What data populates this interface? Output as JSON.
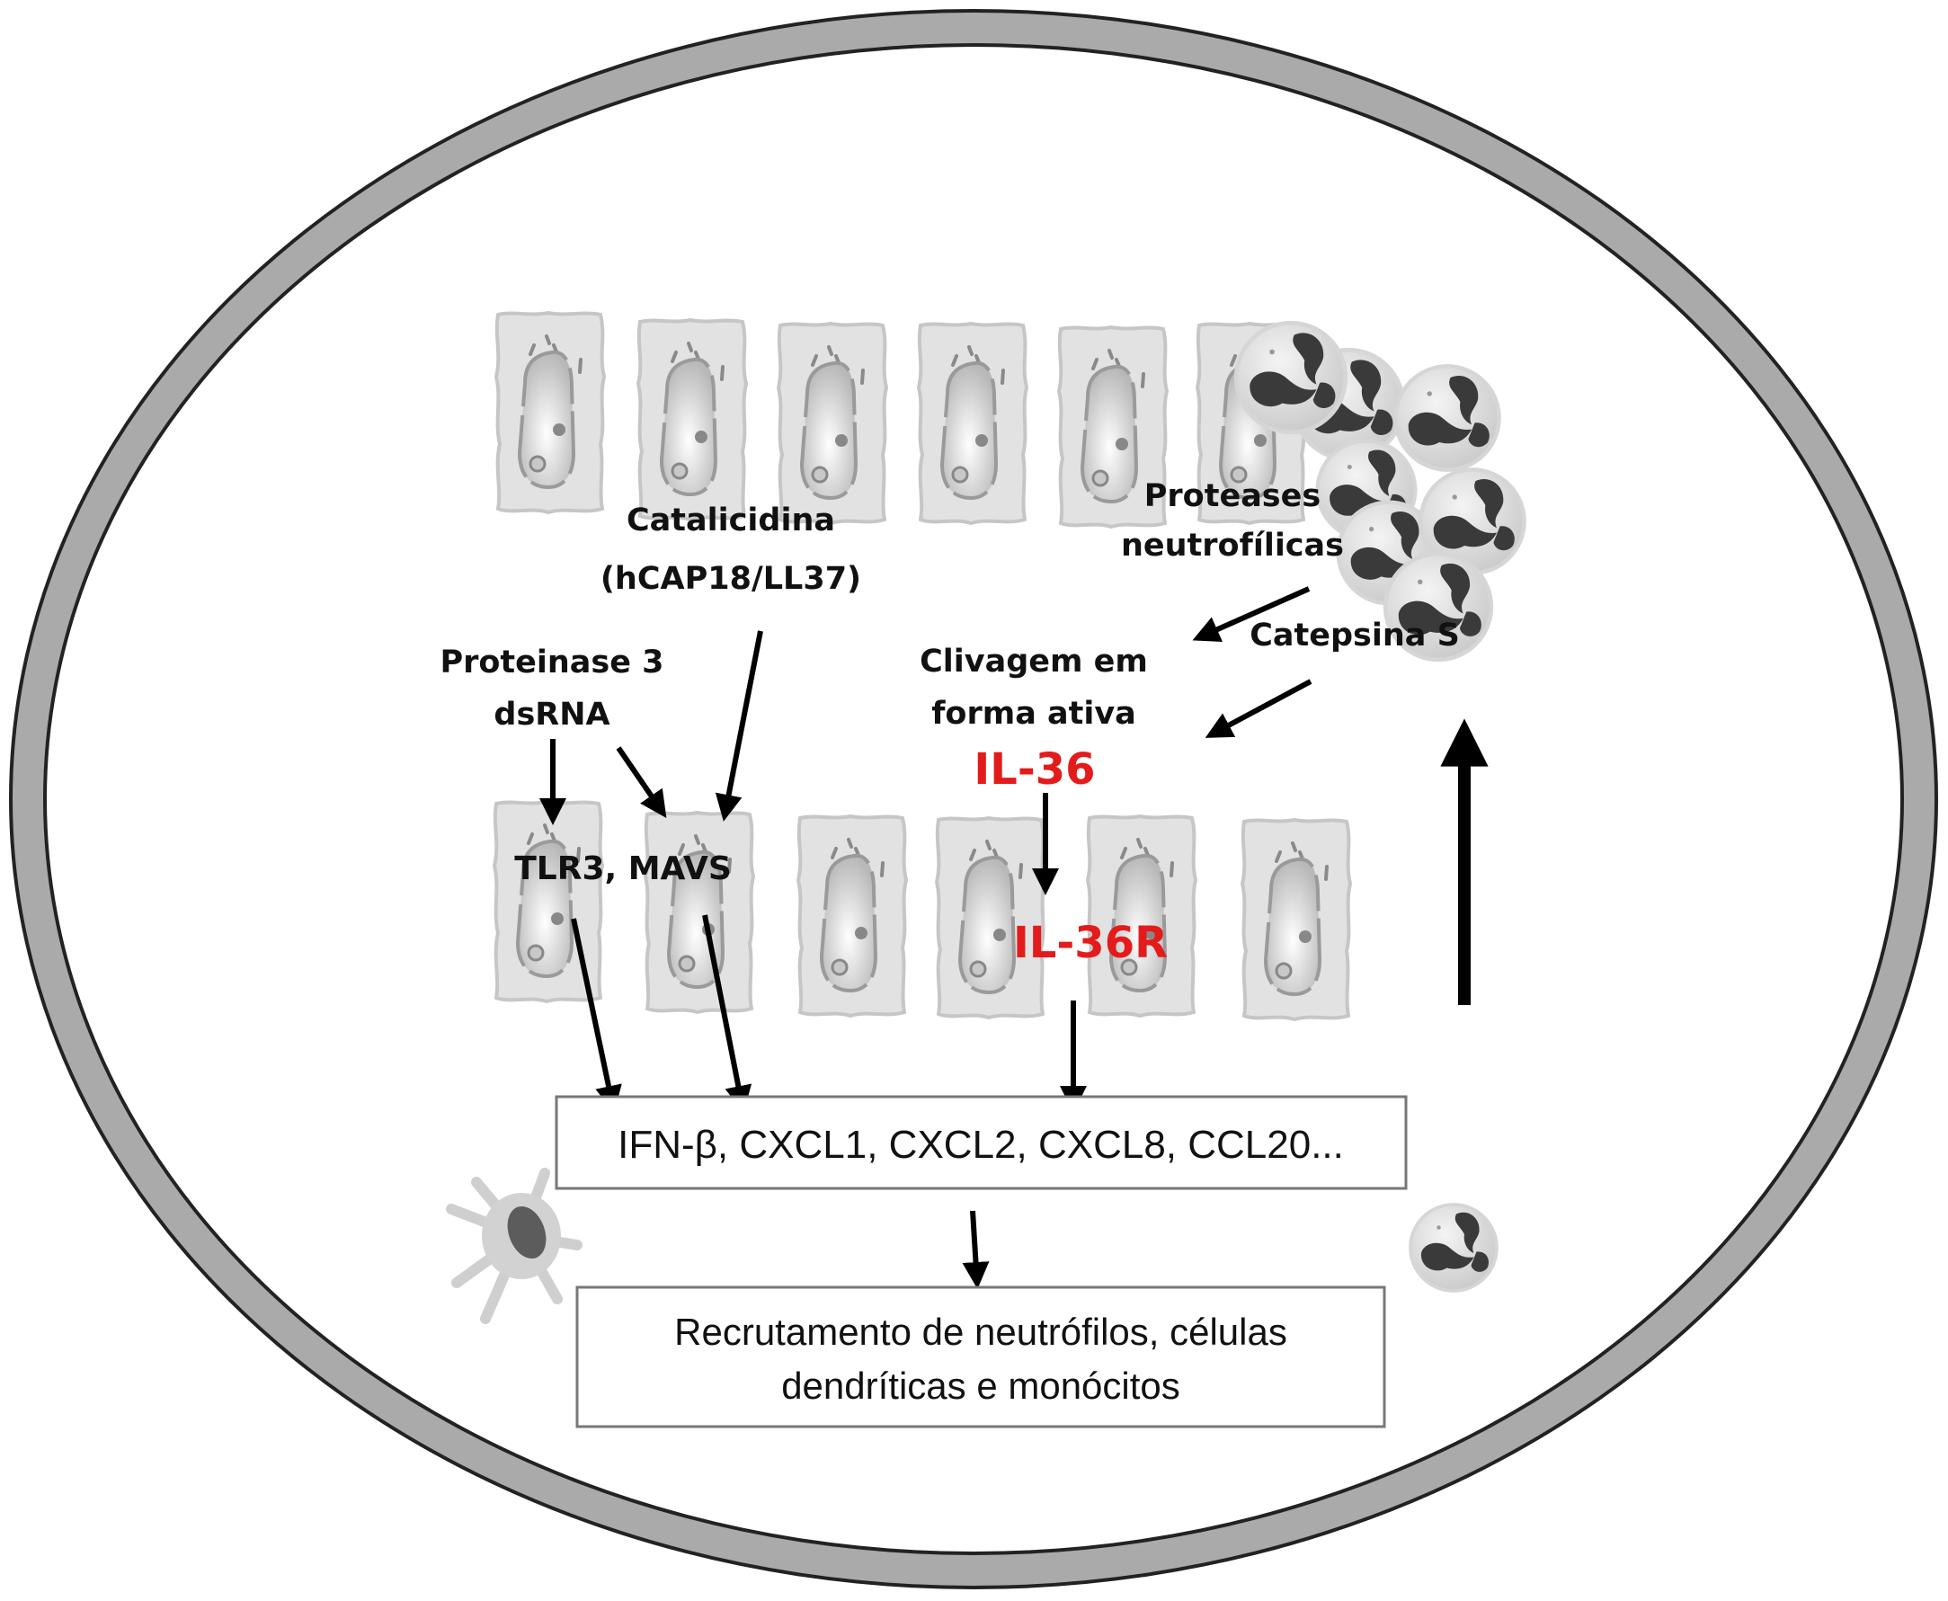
{
  "diagram": {
    "title": "IL-36 pathway in keratinocytes",
    "colors": {
      "ring_fill": "#aaaaaa",
      "ring_stroke": "#222222",
      "cell_fill": "#e2e2e2",
      "cell_stroke": "#c4c4c4",
      "nucleus_fill": "#cfcfcf",
      "neutrophil_fill": "#e0e0e0",
      "neutrophil_nucleus": "#3a3a3a",
      "text": "#111111",
      "highlight": "#e31b1b",
      "box_border": "#777777"
    },
    "labels": {
      "catalicidina_line1": "Catalicidina",
      "catalicidina_line2": "(hCAP18/LL37)",
      "proteases_line1": "Proteases",
      "proteases_line2": "neutrofílicas",
      "proteinase_line1": "Proteinase 3",
      "proteinase_line2": "dsRNA",
      "clivagem_line1": "Clivagem em",
      "clivagem_line2": "forma ativa",
      "catepsina": "Catepsina S",
      "il36": "IL-36",
      "il36r": "IL-36R",
      "receptors": "TLR3, MAVS"
    },
    "boxes": {
      "cytokines": "IFN-β, CXCL1, CXCL2, CXCL8, CCL20...",
      "recruitment_line1": "Recrutamento de neutrófilos, células",
      "recruitment_line2": "dendríticas e monócitos"
    },
    "elements": {
      "top_row_keratinocytes": 6,
      "bottom_row_keratinocytes": 6,
      "neutrophil_cluster": 7,
      "lone_neutrophil": 1,
      "dendritic_cell": 1
    }
  }
}
